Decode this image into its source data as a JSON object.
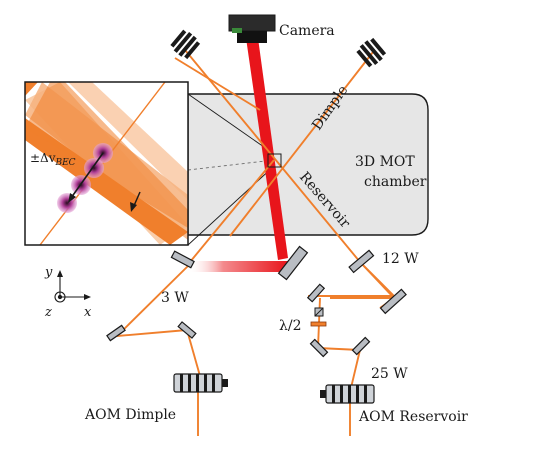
{
  "labels": {
    "camera": "Camera",
    "dimple": "Dimple",
    "reservoir": "Reservoir",
    "chamber_line1": "3D MOT",
    "chamber_line2": "chamber",
    "power_12w": "12 W",
    "power_3w": "3 W",
    "power_25w": "25 W",
    "half_wave": "λ/2",
    "aom_dimple": "AOM Dimple",
    "aom_reservoir": "AOM Reservoir",
    "velocity": "±Δv",
    "velocity_sub": "BEC",
    "axis_y": "y",
    "axis_z": "z",
    "axis_x": "x"
  },
  "colors": {
    "beam": "#f07f2c",
    "beam_light": "#f6b27e",
    "beam_pale": "#f9ceab",
    "camera_beam": "#e8151b",
    "chamber_fill": "#e6e6e6",
    "mirror_fill": "#b9bdc3",
    "dark": "#1a1a1a",
    "atom": "#c24aa5"
  },
  "icons": [
    "camera-icon",
    "mirror-icon",
    "aom-icon",
    "waveplate-icon",
    "beam-splitter-icon",
    "axis-icon"
  ]
}
